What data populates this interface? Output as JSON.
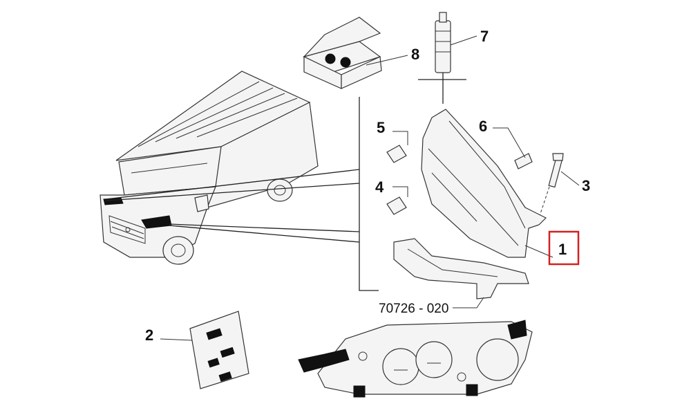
{
  "diagram": {
    "callouts": [
      {
        "id": "1",
        "label": "1"
      },
      {
        "id": "2",
        "label": "2"
      },
      {
        "id": "3",
        "label": "3"
      },
      {
        "id": "4",
        "label": "4"
      },
      {
        "id": "5",
        "label": "5"
      },
      {
        "id": "6",
        "label": "6"
      },
      {
        "id": "7",
        "label": "7"
      },
      {
        "id": "8",
        "label": "8"
      }
    ],
    "reference_code": "70726 - 020",
    "highlight_color": "#d42020",
    "line_color": "#222222"
  }
}
